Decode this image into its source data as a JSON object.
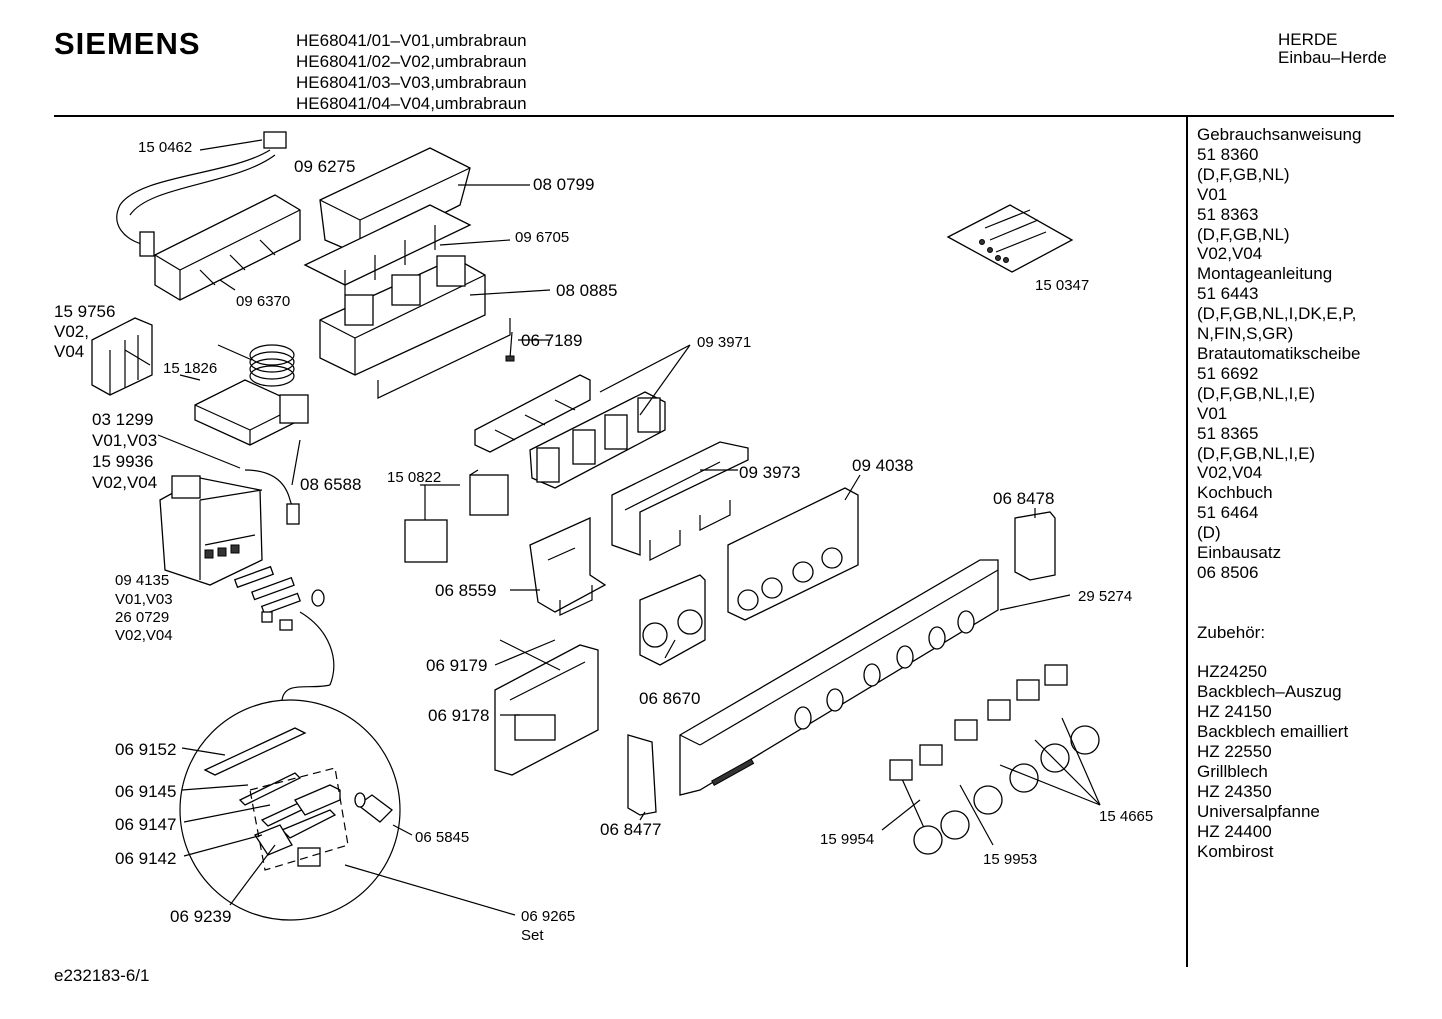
{
  "brand": "SIEMENS",
  "models": [
    "HE68041/01–V01,umbrabraun",
    "HE68041/02–V02,umbrabraun",
    "HE68041/03–V03,umbrabraun",
    "HE68041/04–V04,umbrabraun"
  ],
  "category": {
    "line1": "HERDE",
    "line2": "Einbau–Herde"
  },
  "sidebar": [
    "Gebrauchsanweisung",
    "51 8360",
    "(D,F,GB,NL)",
    "V01",
    "51 8363",
    "(D,F,GB,NL)",
    "V02,V04",
    "Montageanleitung",
    "51 6443",
    "(D,F,GB,NL,I,DK,E,P,",
    "N,FIN,S,GR)",
    "Bratautomatikscheibe",
    "51 6692",
    "(D,F,GB,NL,I,E)",
    "V01",
    "51 8365",
    "(D,F,GB,NL,I,E)",
    "V02,V04",
    "Kochbuch",
    "51 6464",
    "(D)",
    "Einbausatz",
    "06 8506",
    "",
    "",
    "Zubehör:",
    "",
    "HZ24250",
    "Backblech–Auszug",
    "HZ 24150",
    "Backblech emailliert",
    "HZ 22550",
    "Grillblech",
    "HZ 24350",
    "Universalpfanne",
    "HZ 24400",
    "Kombirost"
  ],
  "parts": {
    "p150462": "15 0462",
    "p096275": "09 6275",
    "p080799": "08 0799",
    "p096705": "09 6705",
    "p096370": "09 6370",
    "p080885": "08 0885",
    "p159756": "15 9756",
    "p159756_v1": "V02,",
    "p159756_v2": "V04",
    "p151826": "15 1826",
    "p067189": "06 7189",
    "p093971": "09 3971",
    "p031299": "03 1299",
    "p031299_v": "V01,V03",
    "p159936": "15 9936",
    "p159936_v": "V02,V04",
    "p086588": "08 6588",
    "p150822": "15 0822",
    "p093973": "09 3973",
    "p094038": "09 4038",
    "p068478": "06 8478",
    "p150347": "15 0347",
    "p094135": "09 4135",
    "p094135_v": "V01,V03",
    "p260729": "26 0729",
    "p260729_v": "V02,V04",
    "p068559": "06 8559",
    "p295274": "29 5274",
    "p069179": "06 9179",
    "p069178": "06 9178",
    "p068670": "06 8670",
    "p069152": "06 9152",
    "p069145": "06 9145",
    "p069147": "06 9147",
    "p069142": "06 9142",
    "p069239": "06 9239",
    "p065845": "06 5845",
    "p069265": "06 9265",
    "p069265_set": "Set",
    "p068477": "06 8477",
    "p159954": "15 9954",
    "p159953": "15 9953",
    "p154665": "15 4665"
  },
  "footer": "e232183-6/1"
}
